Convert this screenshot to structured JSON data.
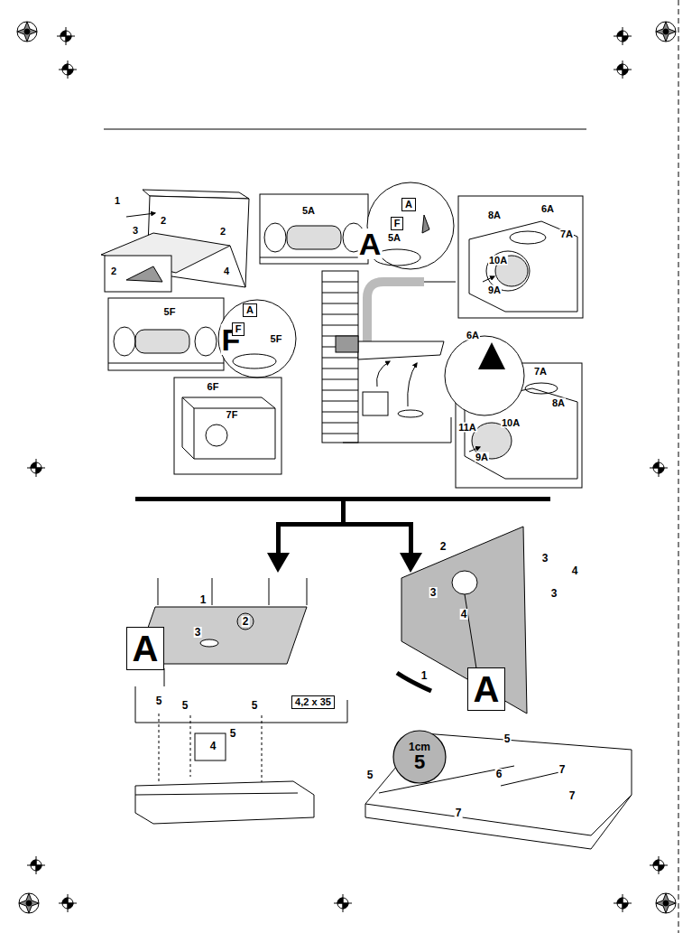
{
  "diagram": {
    "nodes": [
      {
        "text": [
          "A"
        ]
      },
      {
        "text": [
          "F"
        ]
      },
      {
        "text": [
          "A"
        ]
      },
      {
        "text": [
          "F"
        ]
      },
      {
        "text": [
          "A"
        ]
      },
      {
        "text": [
          "4,2 x 35"
        ]
      },
      {
        "text": [
          "A"
        ]
      },
      {
        "text": [
          "1cm",
          "5"
        ]
      }
    ],
    "labels": [
      "1",
      "2",
      "3",
      "2",
      "2",
      "4",
      "5A",
      "5A",
      "A",
      "8A",
      "6A",
      "7A",
      "10A",
      "9A",
      "5F",
      "5F",
      "F",
      "6F",
      "7F",
      "6A",
      "7A",
      "8A",
      "11A",
      "10A",
      "9A",
      "1",
      "2",
      "3",
      "5",
      "5",
      "5",
      "5",
      "4",
      "2",
      "3",
      "4",
      "3",
      "3",
      "4",
      "1",
      "5",
      "6",
      "7",
      "7",
      "5",
      "7"
    ]
  }
}
